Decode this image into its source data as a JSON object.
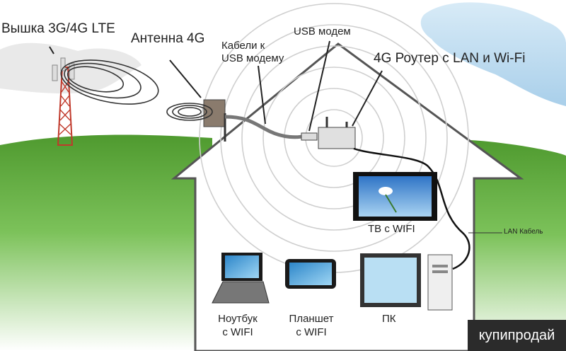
{
  "labels": {
    "tower": "Вышка 3G/4G LTE",
    "antenna": "Антенна 4G",
    "cables_line1": "Кабели к",
    "cables_line2": "USB модему",
    "usb_modem": "USB модем",
    "router": "4G Роутер с LAN и Wi-Fi",
    "tv": "ТВ с WIFI",
    "lan_cable": "LAN Кабель",
    "laptop_line1": "Ноутбук",
    "laptop_line2": "с WIFI",
    "tablet_line1": "Планшет",
    "tablet_line2": "с WIFI",
    "pc": "ПК"
  },
  "watermark": "купипродай",
  "colors": {
    "sky": "#9cc8e8",
    "grass": "#5aa83a",
    "house_outline": "#555555",
    "tower_red": "#c0392b",
    "watermark_bg": "#2b2b2b"
  },
  "icons": [
    "cell-tower-icon",
    "antenna-icon",
    "usb-modem-icon",
    "router-icon",
    "tv-icon",
    "laptop-icon",
    "tablet-icon",
    "pc-icon"
  ]
}
